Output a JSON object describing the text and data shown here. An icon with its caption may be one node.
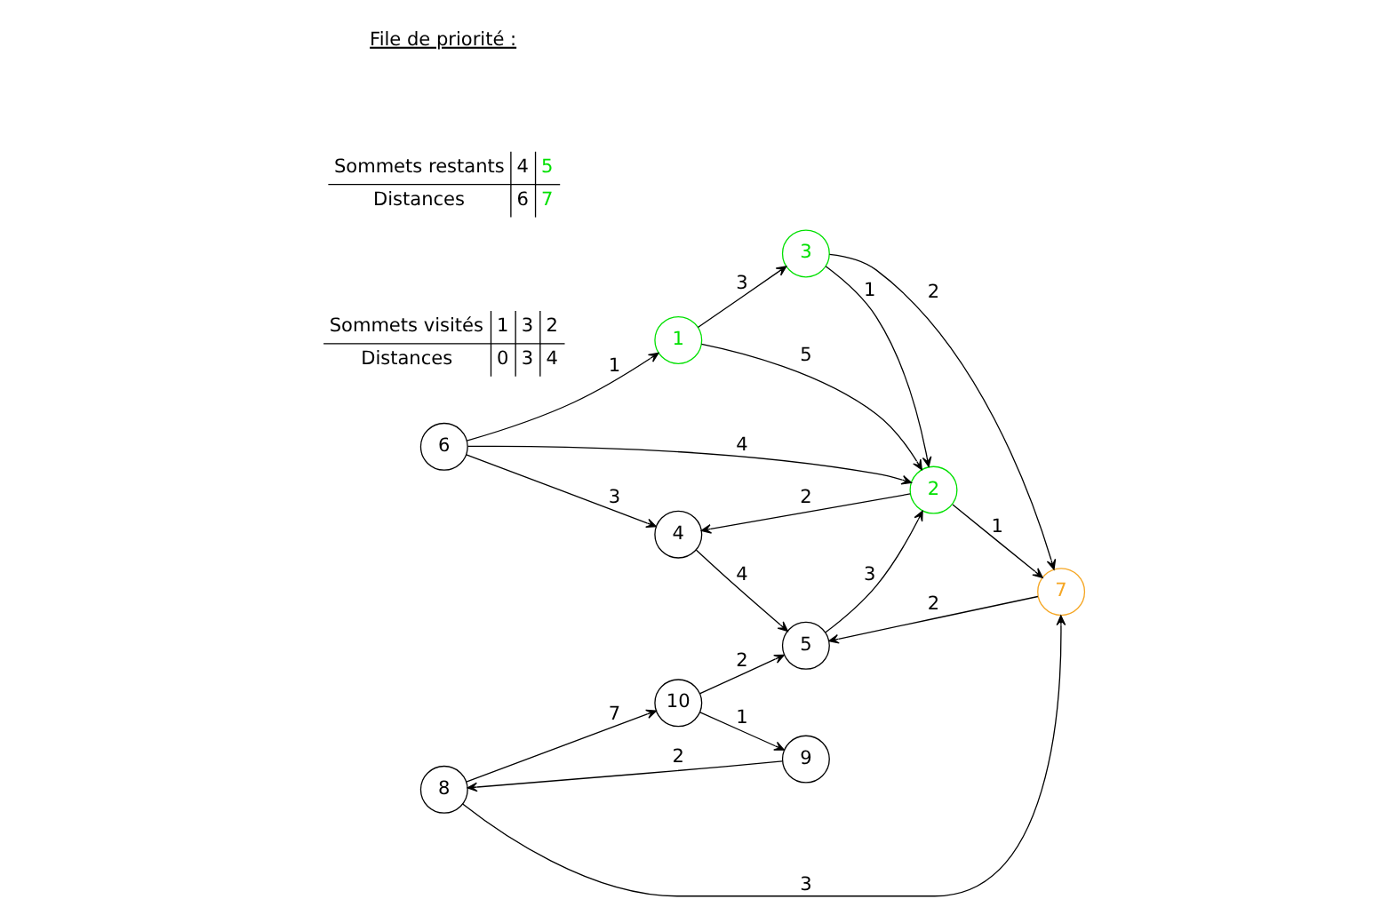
{
  "diagram": {
    "nodes": [
      {
        "text": [
          "6"
        ]
      },
      {
        "text": [
          "4"
        ]
      },
      {
        "text": [
          "1"
        ]
      },
      {
        "text": [
          "2"
        ]
      },
      {
        "text": [
          "3"
        ]
      },
      {
        "text": [
          "5"
        ]
      },
      {
        "text": [
          "10"
        ]
      },
      {
        "text": [
          "7"
        ]
      },
      {
        "text": [
          "8"
        ]
      },
      {
        "text": [
          "9"
        ]
      }
    ],
    "edges": [
      {
        "from": 0,
        "to": 1,
        "arrow": "to",
        "label": "3"
      },
      {
        "from": 0,
        "to": 2,
        "arrow": "to",
        "label": "1"
      },
      {
        "from": 0,
        "to": 3,
        "arrow": "to",
        "label": "4"
      },
      {
        "from": 3,
        "to": 1,
        "arrow": "to",
        "label": "2"
      },
      {
        "from": 2,
        "to": 3,
        "arrow": "to",
        "label": "5"
      },
      {
        "from": 2,
        "to": 4,
        "arrow": "to",
        "label": "3"
      },
      {
        "from": 4,
        "to": 3,
        "arrow": "to",
        "label": "1"
      },
      {
        "from": 4,
        "to": 7,
        "arrow": "to",
        "label": "2"
      },
      {
        "from": 3,
        "to": 7,
        "arrow": "to",
        "label": "1"
      },
      {
        "from": 5,
        "to": 3,
        "arrow": "to",
        "label": "3"
      },
      {
        "from": 1,
        "to": 5,
        "arrow": "to",
        "label": "4"
      },
      {
        "from": 7,
        "to": 5,
        "arrow": "to",
        "label": "2"
      },
      {
        "from": 6,
        "to": 5,
        "arrow": "to",
        "label": "2"
      },
      {
        "from": 8,
        "to": 6,
        "arrow": "to",
        "label": "7"
      },
      {
        "from": 6,
        "to": 9,
        "arrow": "to",
        "label": "1"
      },
      {
        "from": 9,
        "to": 8,
        "arrow": "to",
        "label": "2"
      },
      {
        "from": 8,
        "to": 7,
        "arrow": "to",
        "label": "3"
      }
    ],
    "labels": [
      "File de priorité :",
      "Sommets restants",
      "4",
      "5",
      "Distances",
      "6",
      "7",
      "Sommets visités",
      "1",
      "3",
      "2",
      "Distances",
      "0",
      "3",
      "4"
    ]
  }
}
